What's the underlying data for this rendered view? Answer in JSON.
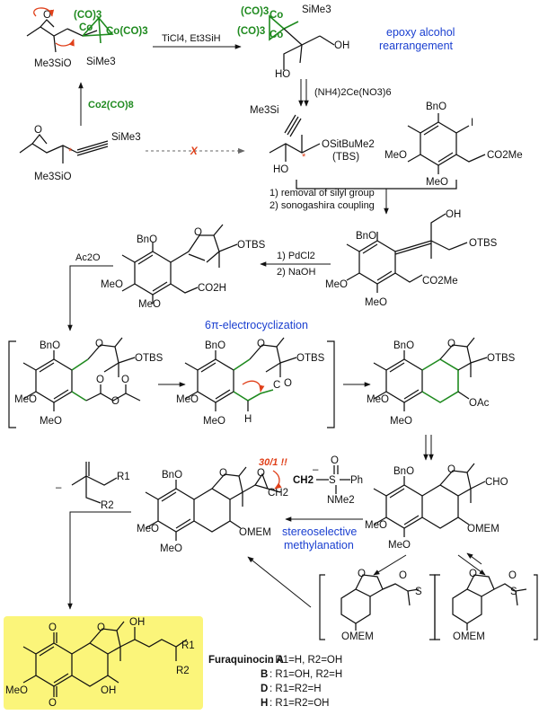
{
  "reagents": {
    "co2co8": "Co2(CO)8",
    "ticl4": "TiCl4, Et3SiH",
    "can": "(NH4)2Ce(NO3)6",
    "step_removal": "1) removal of silyl group",
    "step_sonogashira": "2) sonogashira coupling",
    "pdcl2": "1) PdCl2",
    "naoh": "2) NaOH",
    "ac2o": "Ac2O",
    "ylide": "H2C–S+(O)(Ph)NMe2"
  },
  "annotations": {
    "epoxy_rearrangement_1": "epoxy alcohol",
    "epoxy_rearrangement_2": "rearrangement",
    "electrocyclization": "6π-electrocyclization",
    "stereo_1": "stereoselective",
    "stereo_2": "methylanation",
    "ratio": "30/1 !!",
    "fail_mark": "X"
  },
  "groups": {
    "sime3": "SiMe3",
    "me3si": "Me3Si",
    "me3sio": "Me3SiO",
    "co3": "(CO)3",
    "co": "Co",
    "coco3": "Co(CO)3",
    "otbdms": "OSitBuMe2",
    "tbs_paren": "(TBS)",
    "otbs": "OTBS",
    "bno": "BnO",
    "meo": "MeO",
    "co2me": "CO2Me",
    "co2h": "CO2H",
    "oac": "OAc",
    "omem": "OMEM",
    "cho": "CHO",
    "oh": "OH",
    "ho": "HO",
    "o": "O",
    "i": "I",
    "h": "H",
    "c": "C",
    "ch2": "CH2",
    "ph": "Ph",
    "nme2": "NMe2",
    "s": "S",
    "r1": "R1",
    "r2": "R2"
  },
  "product": {
    "name": "Furaquinocin A",
    "variants": [
      {
        "letter": "A",
        "text": ": R1=H, R2=OH"
      },
      {
        "letter": "B",
        "text": ": R1=OH, R2=H"
      },
      {
        "letter": "D",
        "text": ": R1=R2=H"
      },
      {
        "letter": "H",
        "text": ": R1=R2=OH"
      }
    ]
  },
  "colors": {
    "accent_green": "#1f8a1f",
    "accent_blue": "#1a3fd0",
    "accent_red": "#e0401a",
    "highlight_box": "#fbf57a"
  }
}
